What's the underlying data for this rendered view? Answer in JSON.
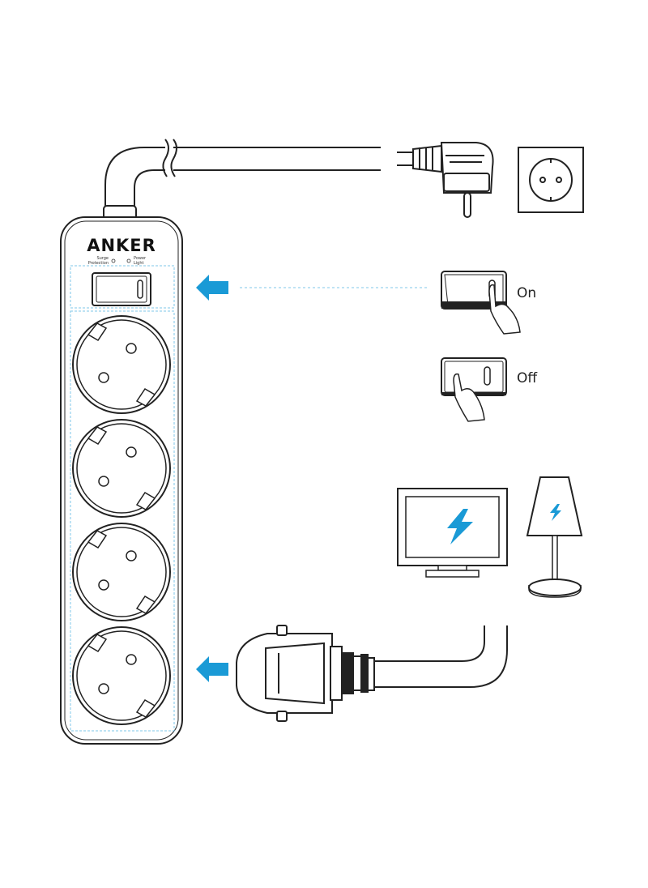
{
  "strip": {
    "brand": "ANKER",
    "surge_label_line1": "Surge",
    "surge_label_line2": "Protection",
    "power_label_line1": "Power",
    "power_label_line2": "Light"
  },
  "switch_states": {
    "on_label": "On",
    "off_label": "Off"
  },
  "colors": {
    "accent": "#1a9ad6",
    "line": "#222222",
    "guide": "#7fc7e8"
  },
  "icons": [
    "wall-socket-icon",
    "angled-plug-icon",
    "switch-on-icon",
    "switch-off-icon",
    "tv-icon",
    "table-lamp-icon",
    "lightning-icon",
    "arrow-left-icon",
    "straight-plug-icon"
  ]
}
